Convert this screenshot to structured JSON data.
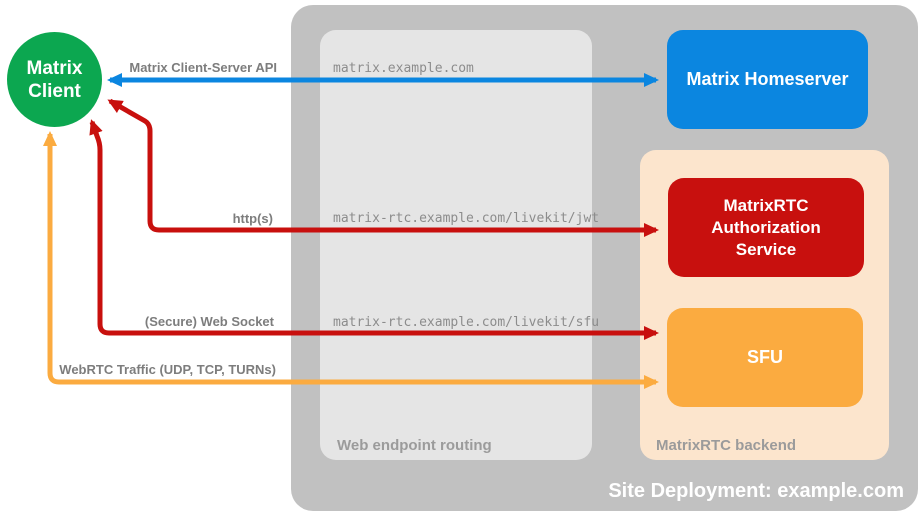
{
  "client": {
    "line1": "Matrix",
    "line2": "Client"
  },
  "homeserver": {
    "label": "Matrix Homeserver"
  },
  "auth_service": {
    "line1": "MatrixRTC",
    "line2": "Authorization",
    "line3": "Service"
  },
  "sfu": {
    "label": "SFU"
  },
  "routing": {
    "title": "Web endpoint routing",
    "endpoints": [
      "matrix.example.com",
      "matrix-rtc.example.com/livekit/jwt",
      "matrix-rtc.example.com/livekit/sfu"
    ]
  },
  "backend": {
    "title": "MatrixRTC backend"
  },
  "site": {
    "title": "Site Deployment: example.com"
  },
  "connections": {
    "client_server_api": {
      "label": "Matrix Client-Server API",
      "color": "#0b86e0",
      "style": "double-arrow"
    },
    "https": {
      "label": "http(s)",
      "color": "#c8100e",
      "style": "double-arrow"
    },
    "websocket": {
      "label": "(Secure) Web Socket",
      "color": "#c8100e",
      "style": "double-arrow"
    },
    "webrtc": {
      "label": "WebRTC Traffic (UDP, TCP, TURNs)",
      "color": "#fbab40",
      "style": "double-arrow"
    }
  },
  "colors": {
    "green": "#0ca750",
    "blue": "#0b86e0",
    "red": "#c8100e",
    "orange": "#fbab40",
    "peach": "#fce5cd",
    "container-gray": "#c1c1c1",
    "panel-gray": "#e5e5e5",
    "label-gray": "#7d7d7d",
    "mono-gray": "#8c8c8c",
    "corner-label-gray": "#9b9b9b"
  }
}
